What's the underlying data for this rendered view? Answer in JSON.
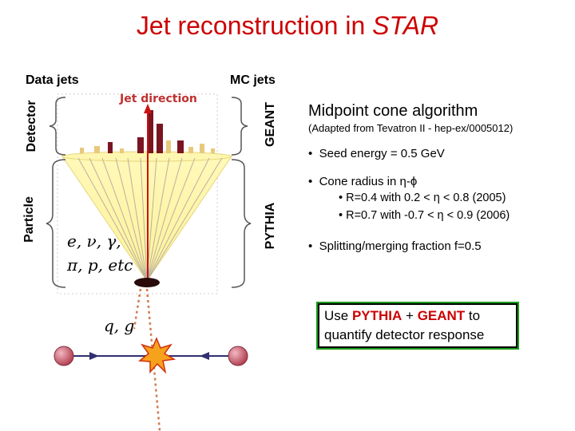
{
  "title_main": "Jet reconstruction in ",
  "title_italic": "STAR",
  "labels": {
    "data_jets": "Data jets",
    "mc_jets": "MC jets",
    "detector": "Detector",
    "particle": "Particle",
    "geant": "GEANT",
    "pythia": "PYTHIA",
    "jet_direction": "Jet direction",
    "particles_line1": "e, ν, γ,",
    "particles_line2": "π, p, etc",
    "partons": "q, g"
  },
  "algorithm": {
    "heading": "Midpoint cone algorithm",
    "adapted": "(Adapted from Tevatron II - hep-ex/0005012)",
    "bullet_seed": "Seed energy = 0.5 GeV",
    "bullet_cone": "Cone radius in η-ϕ",
    "sub_1": "R=0.4 with  0.2 < η  < 0.8 (2005)",
    "sub_2": "R=0.7 with -0.7 < η  < 0.9 (2006)",
    "bullet_split": "Splitting/merging fraction f=0.5"
  },
  "callout": {
    "pre": "Use ",
    "pythia": "PYTHIA",
    "plus": " + ",
    "geant": "GEANT",
    "post": " to quantify detector response"
  },
  "colors": {
    "title": "#cc0000",
    "cone_fill": "#fff5a0",
    "tower_dark": "#7a1420",
    "tower_light": "#e8c97a",
    "proton": "#c04a5a",
    "arrow_red": "#cc1111",
    "callout_border": "#1a9a1a"
  }
}
